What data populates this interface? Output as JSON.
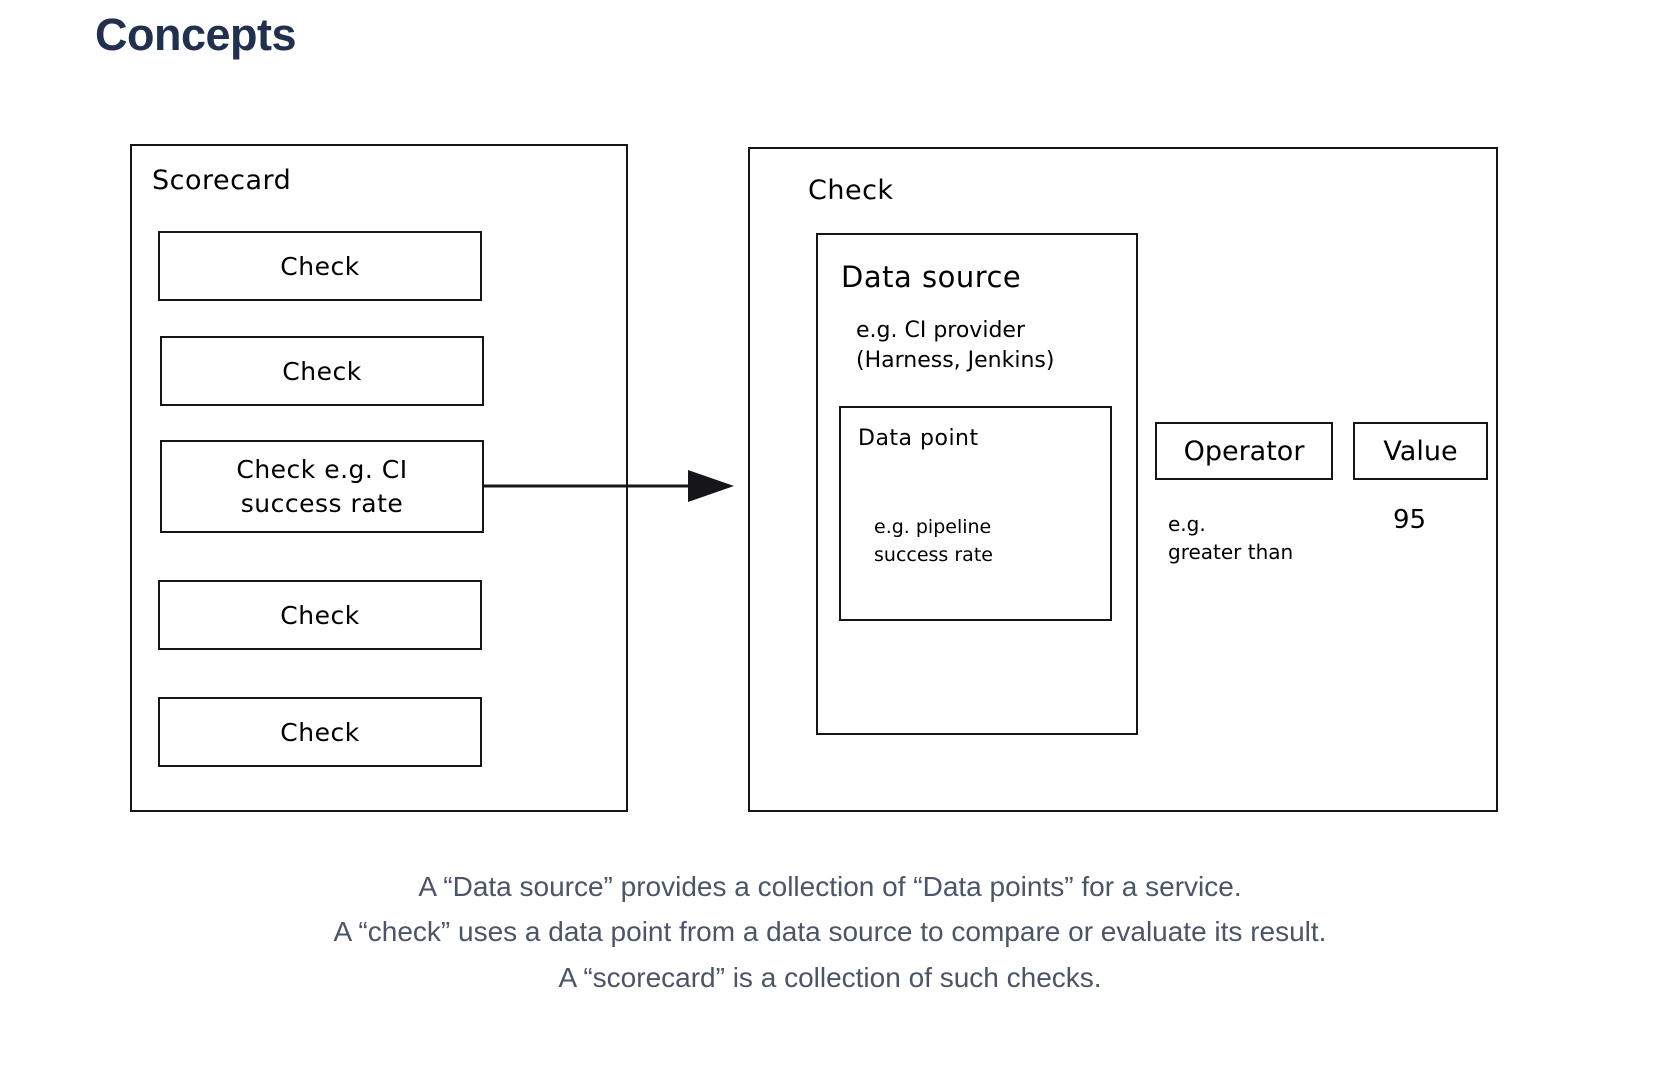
{
  "page": {
    "title": "Concepts",
    "title_color": "#22304f",
    "background": "#ffffff",
    "stroke_color": "#16161a",
    "caption_color": "#4a5568"
  },
  "diagram": {
    "scorecard": {
      "title": "Scorecard",
      "checks": [
        {
          "label": "Check"
        },
        {
          "label": "Check"
        },
        {
          "label": "Check e.g. CI\nsuccess rate"
        },
        {
          "label": "Check"
        },
        {
          "label": "Check"
        }
      ]
    },
    "arrow": {
      "name": "arrow-scorecard-to-check",
      "direction": "right"
    },
    "check": {
      "title": "Check",
      "data_source": {
        "title": "Data source",
        "note": "e.g. CI provider\n(Harness, Jenkins)",
        "data_point": {
          "title": "Data point",
          "note": "e.g. pipeline\nsuccess rate"
        }
      },
      "operator": {
        "label": "Operator",
        "note": "e.g.\ngreater than"
      },
      "value": {
        "label": "Value",
        "note": "95"
      }
    }
  },
  "caption": {
    "lines": [
      "A “Data source” provides a collection of “Data points” for a service.",
      "A “check” uses a data point from a data source to compare or evaluate its result.",
      "A “scorecard” is a collection of such checks."
    ]
  }
}
